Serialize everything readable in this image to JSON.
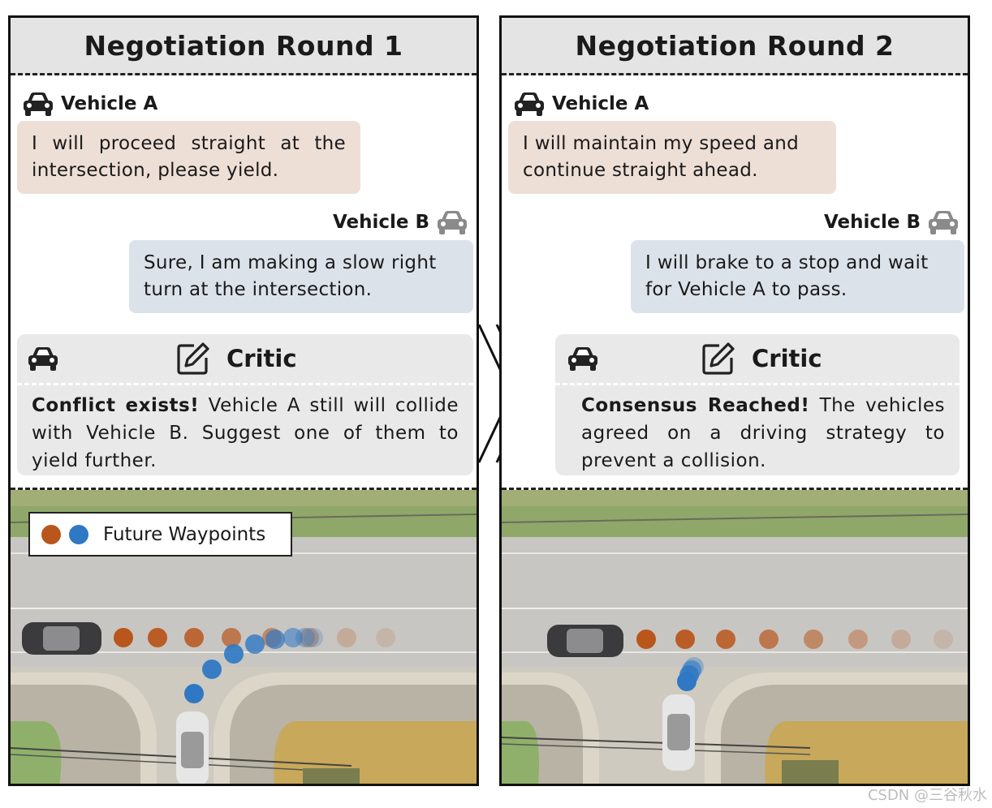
{
  "colors": {
    "vehicle_a_bubble": "#eedfd6",
    "vehicle_b_bubble": "#dce2ea",
    "critic_box": "#e9e9e9",
    "waypoint_orange": "#b8561c",
    "waypoint_blue": "#2f78c4",
    "vehicle_a_icon": "#222222",
    "vehicle_b_icon": "#8a8a8a"
  },
  "panels": [
    {
      "title": "Negotiation Round 1",
      "vehicle_a": {
        "label": "Vehicle A",
        "message": "I will proceed straight at the intersection, please yield."
      },
      "vehicle_b": {
        "label": "Vehicle B",
        "message": "Sure, I am making a slow right turn at the intersection."
      },
      "critic": {
        "label": "Critic",
        "verdict": "Conflict exists!",
        "text": "Vehicle A still will collide with Vehicle B. Suggest one of them to yield further."
      },
      "legend": {
        "label": "Future Waypoints"
      }
    },
    {
      "title": "Negotiation Round 2",
      "vehicle_a": {
        "label": "Vehicle A",
        "message": "I will maintain my speed and continue straight ahead."
      },
      "vehicle_b": {
        "label": "Vehicle B",
        "message": "I will brake to a stop and wait for Vehicle A to pass."
      },
      "critic": {
        "label": "Critic",
        "verdict": "Consensus Reached!",
        "text": "The vehicles agreed on a driving strategy to prevent a collision."
      }
    }
  ],
  "watermark": "CSDN @三谷秋水"
}
